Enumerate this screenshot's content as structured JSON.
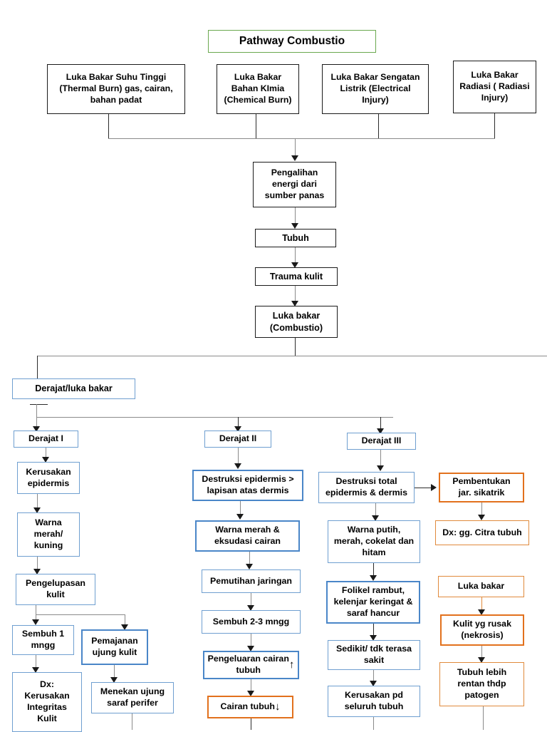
{
  "diagram": {
    "title": "Pathway Combustio",
    "title_border_color": "#6aa84f",
    "colors": {
      "black": "#1a1a1a",
      "blue": "#4a86c8",
      "orange": "#e2711d",
      "green": "#6aa84f"
    },
    "causes": [
      {
        "label": "Luka Bakar Suhu Tinggi\n(Thermal Burn) gas, cairan,\nbahan padat"
      },
      {
        "label": "Luka Bakar\nBahan KImia\n(Chemical Burn)"
      },
      {
        "label": "Luka Bakar Sengatan\nListrik (Electrical\nInjury)"
      },
      {
        "label": "Luka Bakar\nRadiasi ( Radiasi\nInjury)"
      }
    ],
    "trunk": [
      {
        "label": "Pengalihan\nenergi dari\nsumber panas"
      },
      {
        "label": "Tubuh"
      },
      {
        "label": "Trauma kulit"
      },
      {
        "label": "Luka bakar\n(Combustio)"
      }
    ],
    "classifier": {
      "label": "Derajat/luka bakar"
    },
    "degrees": [
      {
        "label": "Derajat I"
      },
      {
        "label": "Derajat II"
      },
      {
        "label": "Derajat III"
      }
    ],
    "column_degree1": [
      {
        "label": "Kerusakan\nepidermis"
      },
      {
        "label": "Warna\nmerah/\nkuning"
      },
      {
        "label": "Pengelupasan\nkulit"
      },
      {
        "label": "Sembuh 1\nmngg"
      },
      {
        "label": "Pemajanan\nujung kulit"
      },
      {
        "label": "Dx:\nKerusakan\nIntegritas\nKulit"
      },
      {
        "label": "Menekan ujung\nsaraf perifer"
      }
    ],
    "column_degree2": [
      {
        "label": "Destruksi epidermis >\nlapisan atas dermis"
      },
      {
        "label": "Warna merah &\neksudasi cairan"
      },
      {
        "label": "Pemutihan jaringan"
      },
      {
        "label": "Sembuh 2-3 mngg"
      },
      {
        "label": "Pengeluaran cairan\ntubuh",
        "inline_arrow": "↑"
      },
      {
        "label": "Cairan tubuh",
        "inline_arrow": "↓"
      }
    ],
    "column_degree3": [
      {
        "label": "Destruksi total\nepidermis & dermis"
      },
      {
        "label": "Warna putih,\nmerah, cokelat dan\nhitam"
      },
      {
        "label": "Folikel rambut,\nkelenjar keringat &\nsaraf hancur"
      },
      {
        "label": "Sedikit/ tdk terasa\nsakit"
      },
      {
        "label": "Kerusakan pd\nseluruh tubuh"
      }
    ],
    "column_right": [
      {
        "label": "Pembentukan\njar. sikatrik"
      },
      {
        "label": "Dx: gg. Citra tubuh"
      },
      {
        "label": "Luka bakar"
      },
      {
        "label": "Kulit yg rusak\n(nekrosis)"
      },
      {
        "label": "Tubuh lebih\nrentan thdp\npatogen"
      }
    ]
  }
}
